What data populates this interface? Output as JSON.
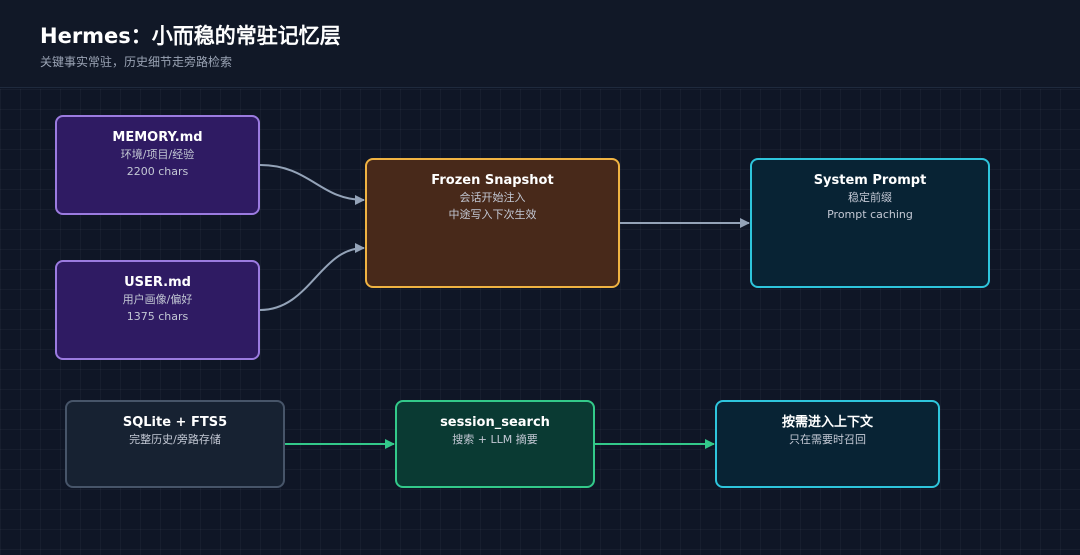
{
  "header": {
    "title": "Hermes：小而稳的常驻记忆层",
    "subtitle": "关键事实常驻，历史细节走旁路检索"
  },
  "nodes": {
    "memory": {
      "title": "MEMORY.md",
      "line1": "环境/项目/经验",
      "line2": "2200 chars"
    },
    "user": {
      "title": "USER.md",
      "line1": "用户画像/偏好",
      "line2": "1375 chars"
    },
    "snapshot": {
      "title": "Frozen Snapshot",
      "line1": "会话开始注入",
      "line2": "中途写入下次生效"
    },
    "prompt": {
      "title": "System Prompt",
      "line1": "稳定前缀",
      "line2": "Prompt caching"
    },
    "sqlite": {
      "title": "SQLite + FTS5",
      "line1": "完整历史/旁路存储"
    },
    "search": {
      "title": "session_search",
      "line1": "搜索 + LLM 摘要"
    },
    "context": {
      "title": "按需进入上下文",
      "line1": "只在需要时召回"
    }
  },
  "colors": {
    "background": "#0f1626",
    "purple_border": "#9b7be0",
    "brown_border": "#f0b342",
    "teal_border": "#2ec5dc",
    "green_border": "#33c98a",
    "slate_border": "#475569",
    "gray_arrow": "#94a3b8",
    "green_arrow": "#33c98a"
  }
}
